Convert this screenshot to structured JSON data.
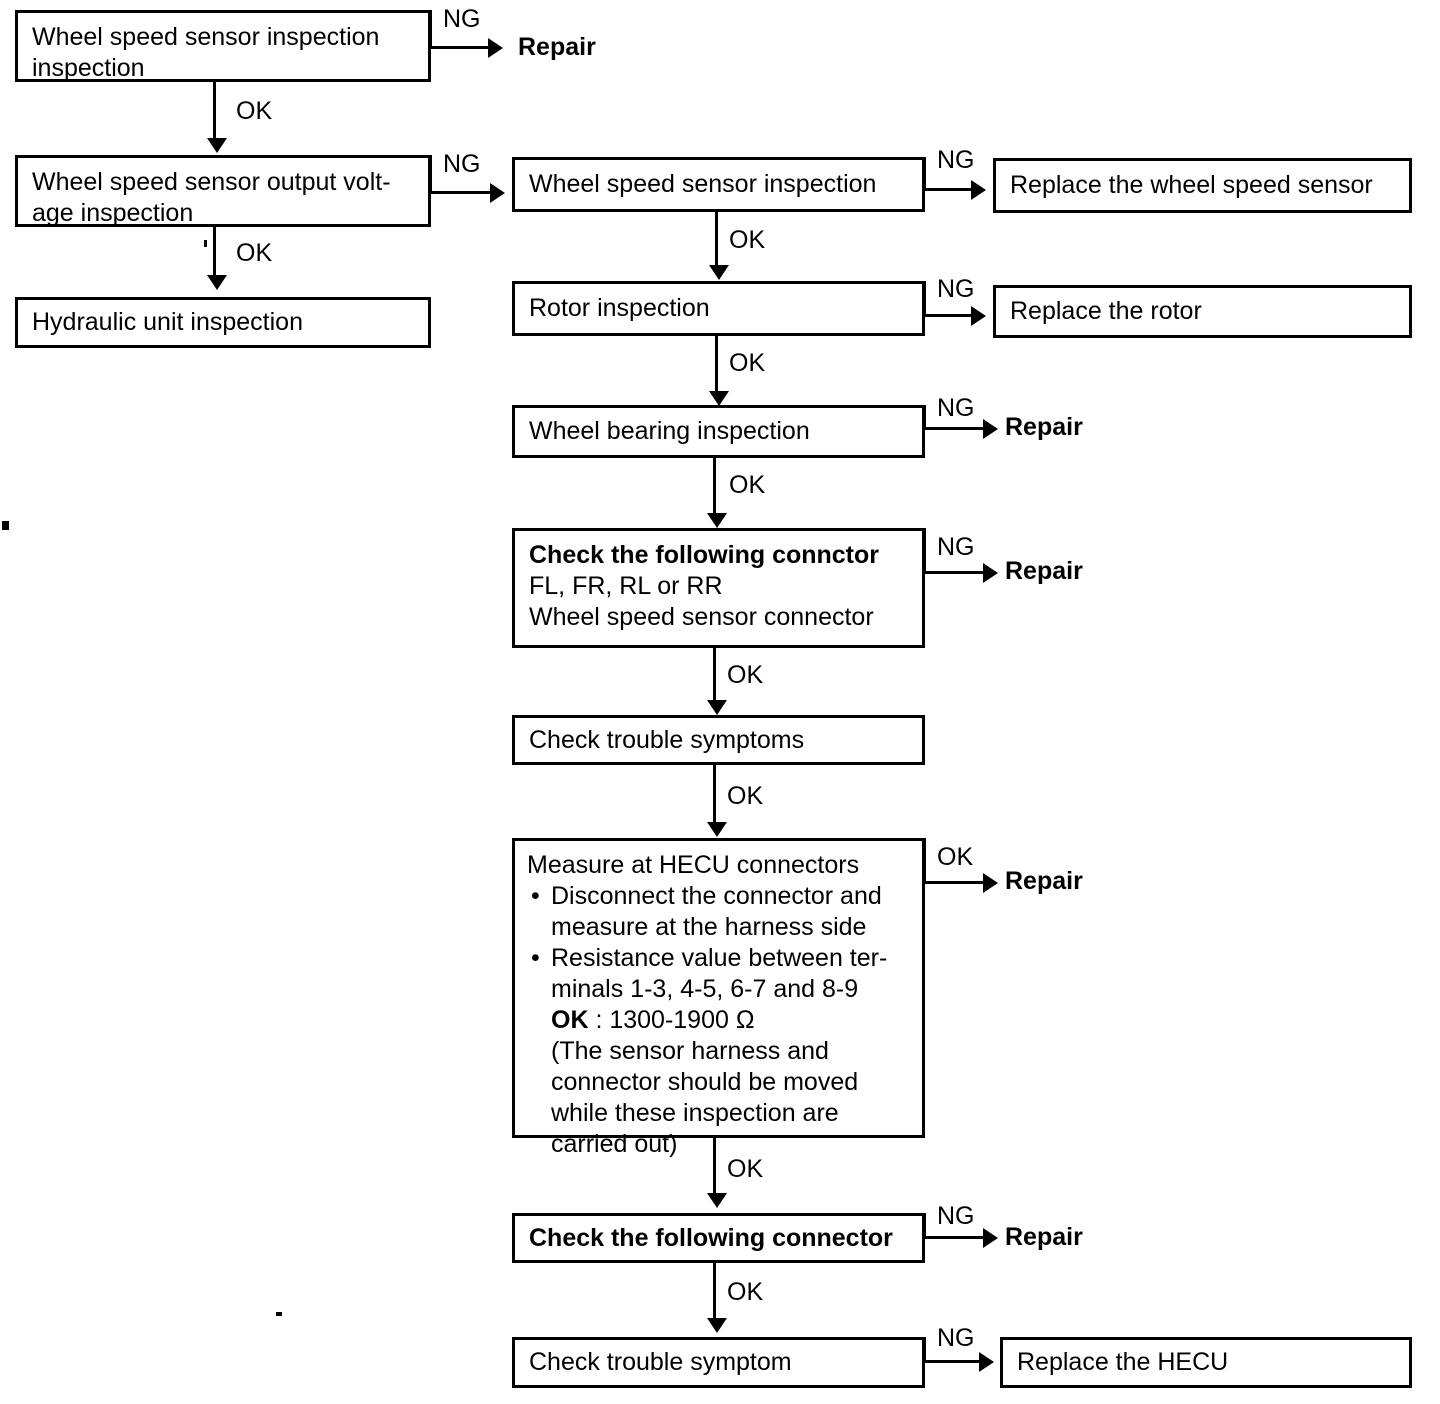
{
  "diagram": {
    "title": "ABS wheel speed sensor troubleshooting flowchart",
    "labels": {
      "ok": "OK",
      "ng": "NG",
      "repair": "Repair"
    },
    "nodes": {
      "wheel_speed_sensor_inspection_inspection": {
        "line1": "Wheel speed sensor inspection",
        "line2": "inspection"
      },
      "wheel_speed_sensor_output_voltage_inspection": {
        "line1": "Wheel speed sensor output volt-",
        "line2": "age inspection"
      },
      "hydraulic_unit_inspection": {
        "line1": "Hydraulic unit inspection"
      },
      "wheel_speed_sensor_inspection": {
        "line1": "Wheel speed sensor inspection"
      },
      "replace_the_wheel_speed_sensor": {
        "line1": "Replace the wheel speed sensor"
      },
      "rotor_inspection": {
        "line1": "Rotor inspection"
      },
      "replace_the_rotor": {
        "line1": "Replace the rotor"
      },
      "wheel_bearing_inspection": {
        "line1": "Wheel bearing inspection"
      },
      "check_following_connctor": {
        "line1": "Check the following connctor",
        "line2": "FL, FR, RL or RR",
        "line3": "Wheel speed sensor connector"
      },
      "check_trouble_symptoms": {
        "line1": "Check trouble symptoms"
      },
      "measure_at_hecu_connectors": {
        "heading": "Measure at HECU connectors",
        "bullet1_line1": "Disconnect the connector and",
        "bullet1_line2": "measure at the harness side",
        "bullet2_line1": "Resistance value between ter-",
        "bullet2_line2": "minals 1-3, 4-5, 6-7 and 8-9",
        "bullet2_line3_label": "OK",
        "bullet2_line3_value": " : 1300-1900 Ω",
        "bullet2_line4": "(The sensor harness and",
        "bullet2_line5": "connector should be moved",
        "bullet2_line6": "while these inspection are",
        "bullet2_line7": "carried out)"
      },
      "check_following_connector": {
        "line1": "Check the following connector"
      },
      "check_trouble_symptom": {
        "line1": "Check trouble symptom"
      },
      "replace_the_hecu": {
        "line1": "Replace the HECU"
      }
    },
    "edges": [
      {
        "from": "wheel_speed_sensor_inspection_inspection",
        "to": "repair-1",
        "label": "NG"
      },
      {
        "from": "wheel_speed_sensor_inspection_inspection",
        "to": "wheel_speed_sensor_output_voltage_inspection",
        "label": "OK"
      },
      {
        "from": "wheel_speed_sensor_output_voltage_inspection",
        "to": "wheel_speed_sensor_inspection",
        "label": "NG"
      },
      {
        "from": "wheel_speed_sensor_output_voltage_inspection",
        "to": "hydraulic_unit_inspection",
        "label": "OK"
      },
      {
        "from": "wheel_speed_sensor_inspection",
        "to": "replace_the_wheel_speed_sensor",
        "label": "NG"
      },
      {
        "from": "wheel_speed_sensor_inspection",
        "to": "rotor_inspection",
        "label": "OK"
      },
      {
        "from": "rotor_inspection",
        "to": "replace_the_rotor",
        "label": "NG"
      },
      {
        "from": "rotor_inspection",
        "to": "wheel_bearing_inspection",
        "label": "OK"
      },
      {
        "from": "wheel_bearing_inspection",
        "to": "repair-2",
        "label": "NG"
      },
      {
        "from": "wheel_bearing_inspection",
        "to": "check_following_connctor",
        "label": "OK"
      },
      {
        "from": "check_following_connctor",
        "to": "repair-3",
        "label": "NG"
      },
      {
        "from": "check_following_connctor",
        "to": "check_trouble_symptoms",
        "label": "OK"
      },
      {
        "from": "check_trouble_symptoms",
        "to": "measure_at_hecu_connectors",
        "label": "OK"
      },
      {
        "from": "measure_at_hecu_connectors",
        "to": "repair-4",
        "label": "OK"
      },
      {
        "from": "measure_at_hecu_connectors",
        "to": "check_following_connector",
        "label": "OK"
      },
      {
        "from": "check_following_connector",
        "to": "repair-5",
        "label": "NG"
      },
      {
        "from": "check_following_connector",
        "to": "check_trouble_symptom",
        "label": "OK"
      },
      {
        "from": "check_trouble_symptom",
        "to": "replace_the_hecu",
        "label": "NG"
      }
    ],
    "edge_labels": {
      "ng_top": "NG",
      "ok_top": "OK",
      "ng_voltage": "NG",
      "ok_voltage": "OK",
      "ng_wss": "NG",
      "ok_wss": "OK",
      "ng_rotor": "NG",
      "ok_rotor": "OK",
      "ng_bearing": "NG",
      "ok_bearing": "OK",
      "ng_connctor": "NG",
      "ok_connctor": "OK",
      "ok_symptoms": "OK",
      "ok_hecu_branch": "OK",
      "ok_hecu_down": "OK",
      "ng_connector2": "NG",
      "ok_connector2": "OK",
      "ng_symptom": "NG"
    },
    "terminals": {
      "repair_1": "Repair",
      "repair_2": "Repair",
      "repair_3": "Repair",
      "repair_4": "Repair",
      "repair_5": "Repair"
    }
  }
}
